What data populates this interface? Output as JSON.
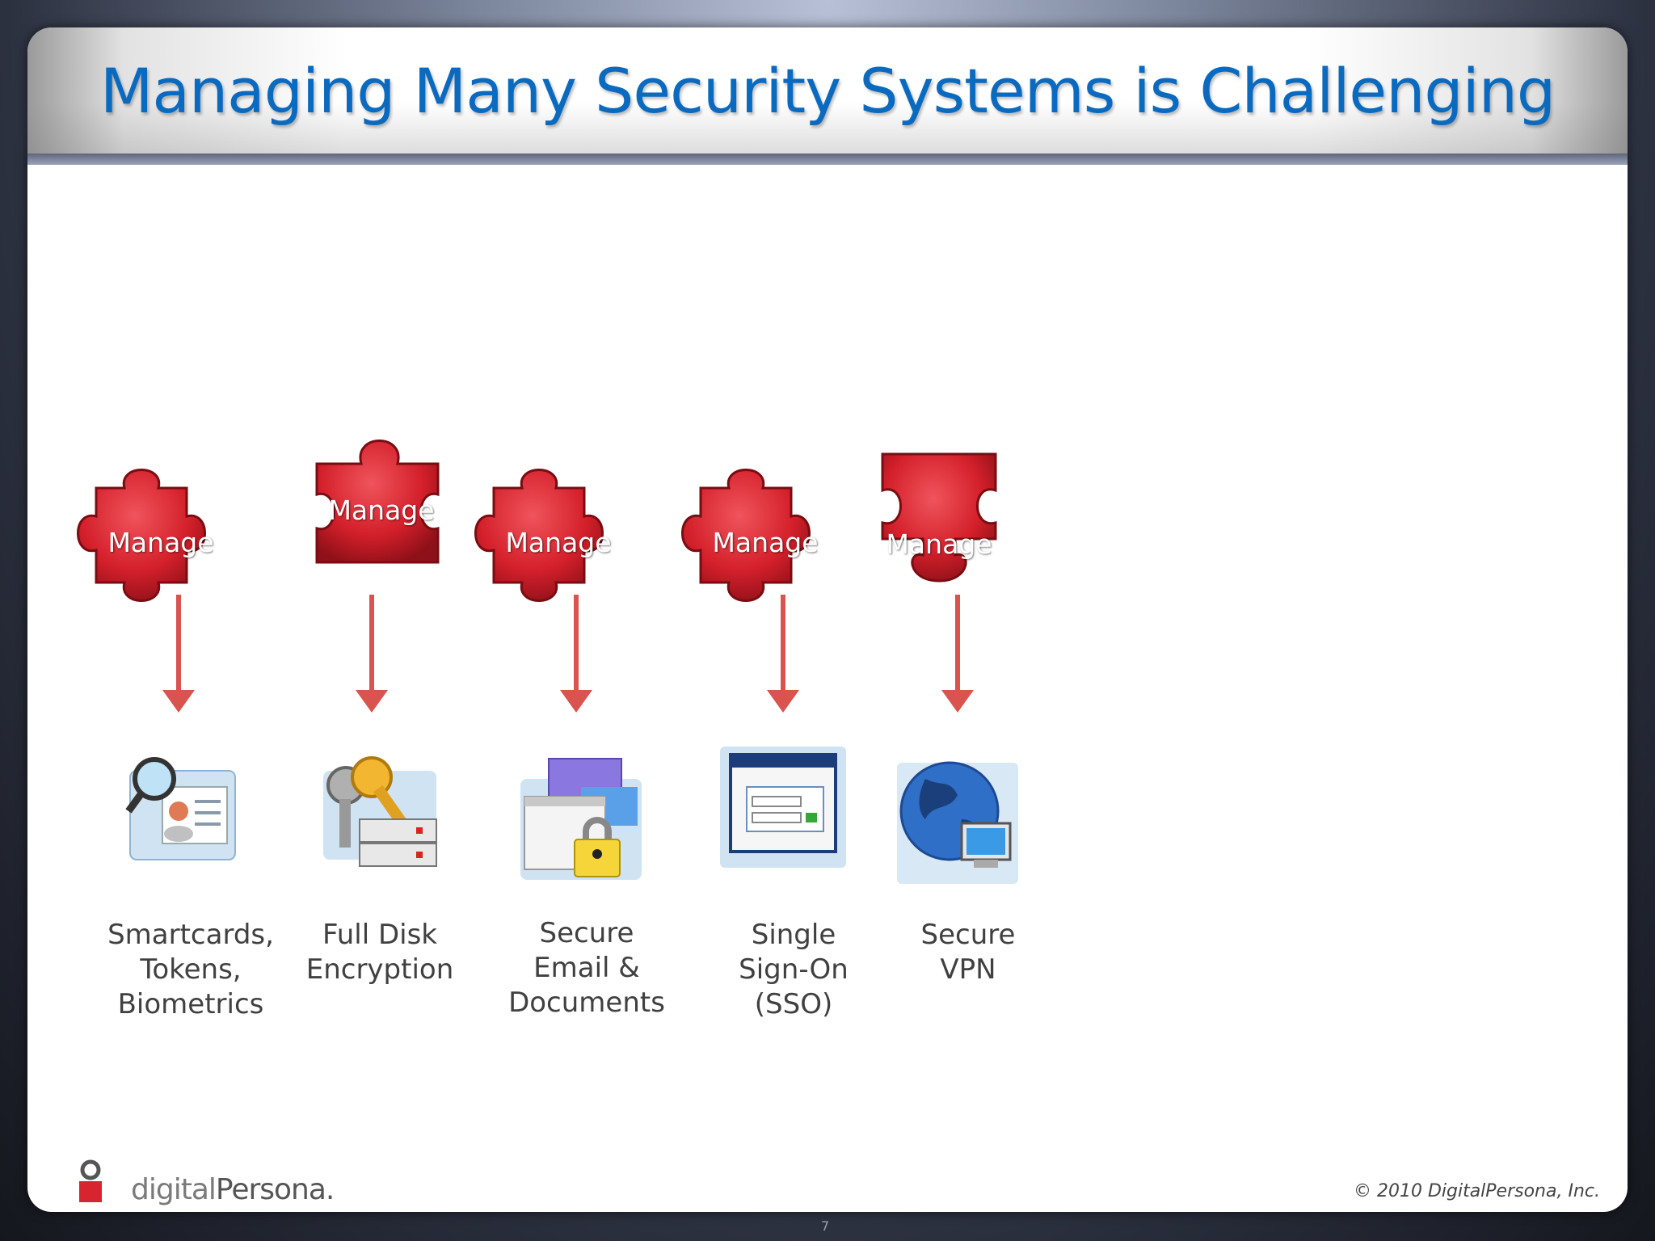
{
  "slide": {
    "title": "Managing Many Security Systems is Challenging",
    "copyright": "© 2010 DigitalPersona, Inc.",
    "page_number": "7",
    "logo": {
      "prefix": "digital",
      "suffix": "Persona."
    }
  },
  "columns": [
    {
      "puzzle_label": "Manage",
      "caption": "Smartcards,\nTokens,\nBiometrics",
      "icon": "smartcard-icon"
    },
    {
      "puzzle_label": "Manage",
      "caption": "Full Disk\nEncryption",
      "icon": "disk-encryption-icon"
    },
    {
      "puzzle_label": "Manage",
      "caption": "Secure\nEmail &\nDocuments",
      "icon": "secure-email-icon"
    },
    {
      "puzzle_label": "Manage",
      "caption": "Single\nSign-On\n(SSO)",
      "icon": "sso-window-icon"
    },
    {
      "puzzle_label": "Manage",
      "caption": "Secure\nVPN",
      "icon": "vpn-globe-icon"
    }
  ],
  "colors": {
    "title": "#0a6ac0",
    "puzzle": "#d8242f",
    "arrow": "#d9534f"
  }
}
